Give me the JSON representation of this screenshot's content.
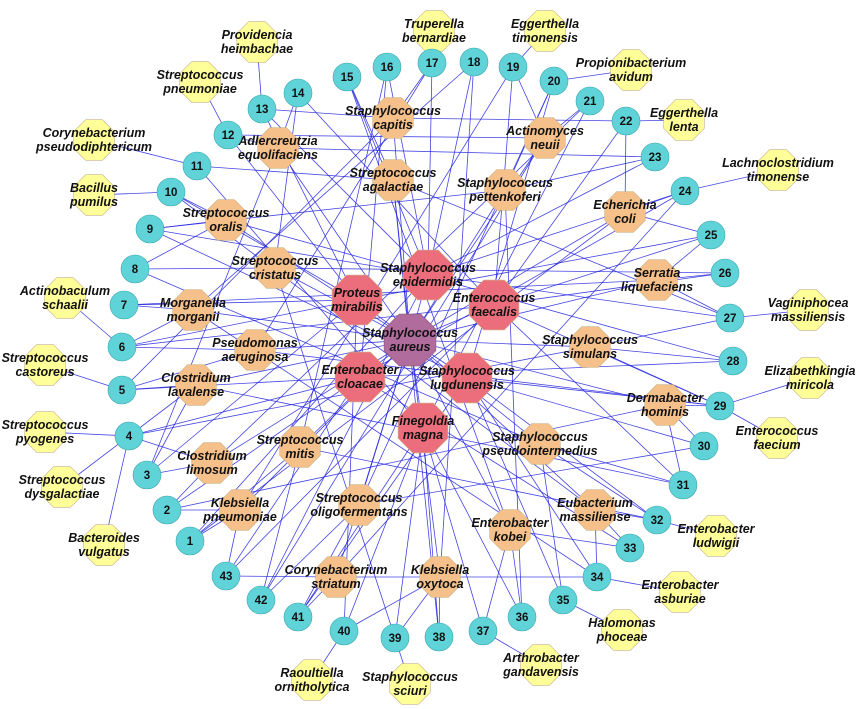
{
  "colors": {
    "edge": "#2424e0",
    "numbered_node": "#5fd3d8",
    "yellow_node": "#ffff99",
    "orange_node": "#f5c08a",
    "red_node": "#ec6e7c",
    "purple_node": "#b06c9c"
  },
  "hub": {
    "id": "saur",
    "lines": [
      "Staphylococcus",
      "aureus"
    ]
  },
  "red_nodes": [
    {
      "id": "sepi",
      "lines": [
        "Staphylococcus",
        "epidermidis"
      ]
    },
    {
      "id": "pmir",
      "lines": [
        "Proteus",
        "mirabilis"
      ]
    },
    {
      "id": "efae",
      "lines": [
        "Enterococcus",
        "faecalis"
      ]
    },
    {
      "id": "eclo",
      "lines": [
        "Enterobacter",
        "cloacae"
      ]
    },
    {
      "id": "slug",
      "lines": [
        "Staphylococcus",
        "lugdunensis"
      ]
    },
    {
      "id": "fmag",
      "lines": [
        "Finegoldia",
        "magna"
      ]
    }
  ],
  "orange_nodes": [
    {
      "id": "scap",
      "lines": [
        "Staphylococcus",
        "capitis"
      ]
    },
    {
      "id": "aequ",
      "lines": [
        "Adlercreutzia",
        "equolifaciens"
      ]
    },
    {
      "id": "aneu",
      "lines": [
        "Actinomyces",
        "neuii"
      ]
    },
    {
      "id": "saga",
      "lines": [
        "Streptococcus",
        "agalactiae"
      ]
    },
    {
      "id": "spet",
      "lines": [
        "Staphylococcus",
        "pettenkoferi"
      ]
    },
    {
      "id": "sora",
      "lines": [
        "Streptococcus",
        "oralis"
      ]
    },
    {
      "id": "ecol",
      "lines": [
        "Echerichia",
        "coli"
      ]
    },
    {
      "id": "scri",
      "lines": [
        "Streptococcus",
        "cristatus"
      ]
    },
    {
      "id": "sliq",
      "lines": [
        "Serratia",
        "liquefaciens"
      ]
    },
    {
      "id": "mmor",
      "lines": [
        "Morganella",
        "morganii"
      ]
    },
    {
      "id": "paer",
      "lines": [
        "Pseudomonas",
        "aeruginosa"
      ]
    },
    {
      "id": "ssim",
      "lines": [
        "Staphylococcus",
        "simulans"
      ]
    },
    {
      "id": "clav",
      "lines": [
        "Clostridium",
        "lavalense"
      ]
    },
    {
      "id": "dhom",
      "lines": [
        "Dermabacter",
        "hominis"
      ]
    },
    {
      "id": "clim",
      "lines": [
        "Clostridium",
        "limosum"
      ]
    },
    {
      "id": "smit",
      "lines": [
        "Streptococcus",
        "mitis"
      ]
    },
    {
      "id": "spse",
      "lines": [
        "Staphylococcus",
        "pseudointermedius"
      ]
    },
    {
      "id": "kpne",
      "lines": [
        "Klebsiella",
        "pneumoniae"
      ]
    },
    {
      "id": "soli",
      "lines": [
        "Streptococcus",
        "oligofermentans"
      ]
    },
    {
      "id": "emas",
      "lines": [
        "Eubacterium",
        "massiliense"
      ]
    },
    {
      "id": "ekob",
      "lines": [
        "Enterobacter",
        "kobei"
      ]
    },
    {
      "id": "cstr",
      "lines": [
        "Corynebacterium",
        "striatum"
      ]
    },
    {
      "id": "koxy",
      "lines": [
        "Klebsiella",
        "oxytoca"
      ]
    }
  ],
  "yellow_nodes": [
    {
      "id": "ytru",
      "lines": [
        "Truperella",
        "bernardiae"
      ]
    },
    {
      "id": "yegt",
      "lines": [
        "Eggerthella",
        "timonensis"
      ]
    },
    {
      "id": "yprv",
      "lines": [
        "Providencia",
        "heimbachae"
      ]
    },
    {
      "id": "ypro",
      "lines": [
        "Propionibacterium",
        "avidum"
      ]
    },
    {
      "id": "yspn",
      "lines": [
        "Streptococcus",
        "pneumoniae"
      ]
    },
    {
      "id": "yegl",
      "lines": [
        "Eggerthella",
        "lenta"
      ]
    },
    {
      "id": "ycor",
      "lines": [
        "Corynebacterium",
        "pseudodiphtericum"
      ]
    },
    {
      "id": "ylac",
      "lines": [
        "Lachnoclostridium",
        "timonense"
      ]
    },
    {
      "id": "ybac",
      "lines": [
        "Bacillus",
        "pumilus"
      ]
    },
    {
      "id": "yact",
      "lines": [
        "Actinobaculum",
        "schaalii"
      ]
    },
    {
      "id": "yvag",
      "lines": [
        "Vaginiphocea",
        "massiliensis"
      ]
    },
    {
      "id": "ysca",
      "lines": [
        "Streptococcus",
        "castoreus"
      ]
    },
    {
      "id": "yeli",
      "lines": [
        "Elizabethkingia",
        "miricola"
      ]
    },
    {
      "id": "yspy",
      "lines": [
        "Streptococcus",
        "pyogenes"
      ]
    },
    {
      "id": "yefa",
      "lines": [
        "Enterococcus",
        "faecium"
      ]
    },
    {
      "id": "ysdy",
      "lines": [
        "Streptococcus",
        "dysgalactiae"
      ]
    },
    {
      "id": "ybvu",
      "lines": [
        "Bacteroides",
        "vulgatus"
      ]
    },
    {
      "id": "yelu",
      "lines": [
        "Enterobacter",
        "ludwigii"
      ]
    },
    {
      "id": "yeas",
      "lines": [
        "Enterobacter",
        "asburiae"
      ]
    },
    {
      "id": "yhal",
      "lines": [
        "Halomonas",
        "phoceae"
      ]
    },
    {
      "id": "yrao",
      "lines": [
        "Raoultiella",
        "ornitholytica"
      ]
    },
    {
      "id": "yssc",
      "lines": [
        "Staphylococcus",
        "sciuri"
      ]
    },
    {
      "id": "yart",
      "lines": [
        "Arthrobacter",
        "gandavensis"
      ]
    }
  ],
  "numbered_nodes": [
    "1",
    "2",
    "3",
    "4",
    "5",
    "6",
    "7",
    "8",
    "9",
    "10",
    "11",
    "12",
    "13",
    "14",
    "15",
    "16",
    "17",
    "18",
    "19",
    "20",
    "21",
    "22",
    "23",
    "24",
    "25",
    "26",
    "27",
    "28",
    "29",
    "30",
    "31",
    "32",
    "33",
    "34",
    "35",
    "36",
    "37",
    "38",
    "39",
    "40",
    "41",
    "42",
    "43"
  ],
  "edges": [
    [
      "saur",
      "sepi"
    ],
    [
      "saur",
      "pmir"
    ],
    [
      "saur",
      "efae"
    ],
    [
      "saur",
      "eclo"
    ],
    [
      "saur",
      "slug"
    ],
    [
      "saur",
      "fmag"
    ],
    [
      "saur",
      "scap"
    ],
    [
      "saur",
      "aequ"
    ],
    [
      "saur",
      "aneu"
    ],
    [
      "saur",
      "saga"
    ],
    [
      "saur",
      "spet"
    ],
    [
      "saur",
      "sora"
    ],
    [
      "saur",
      "ecol"
    ],
    [
      "saur",
      "scri"
    ],
    [
      "saur",
      "sliq"
    ],
    [
      "saur",
      "mmor"
    ],
    [
      "saur",
      "paer"
    ],
    [
      "saur",
      "ssim"
    ],
    [
      "saur",
      "clav"
    ],
    [
      "saur",
      "dhom"
    ],
    [
      "saur",
      "clim"
    ],
    [
      "saur",
      "smit"
    ],
    [
      "saur",
      "spse"
    ],
    [
      "saur",
      "kpne"
    ],
    [
      "saur",
      "soli"
    ],
    [
      "saur",
      "emas"
    ],
    [
      "saur",
      "ekob"
    ],
    [
      "saur",
      "cstr"
    ],
    [
      "saur",
      "koxy"
    ],
    [
      "sepi",
      "13"
    ],
    [
      "sepi",
      "15"
    ],
    [
      "sepi",
      "16"
    ],
    [
      "sepi",
      "17"
    ],
    [
      "sepi",
      "18"
    ],
    [
      "sepi",
      "23"
    ],
    [
      "sepi",
      "24"
    ],
    [
      "sepi",
      "9"
    ],
    [
      "sepi",
      "27"
    ],
    [
      "sepi",
      "42"
    ],
    [
      "sepi",
      "1"
    ],
    [
      "pmir",
      "12"
    ],
    [
      "pmir",
      "10"
    ],
    [
      "pmir",
      "7"
    ],
    [
      "pmir",
      "6"
    ],
    [
      "pmir",
      "3"
    ],
    [
      "pmir",
      "13"
    ],
    [
      "pmir",
      "25"
    ],
    [
      "pmir",
      "40"
    ],
    [
      "efae",
      "19"
    ],
    [
      "efae",
      "22"
    ],
    [
      "efae",
      "25"
    ],
    [
      "efae",
      "26"
    ],
    [
      "efae",
      "29"
    ],
    [
      "efae",
      "31"
    ],
    [
      "efae",
      "6"
    ],
    [
      "efae",
      "14"
    ],
    [
      "efae",
      "43"
    ],
    [
      "eclo",
      "5"
    ],
    [
      "eclo",
      "4"
    ],
    [
      "eclo",
      "2"
    ],
    [
      "eclo",
      "28"
    ],
    [
      "eclo",
      "24"
    ],
    [
      "eclo",
      "16"
    ],
    [
      "eclo",
      "33"
    ],
    [
      "eclo",
      "43"
    ],
    [
      "slug",
      "29"
    ],
    [
      "slug",
      "30"
    ],
    [
      "slug",
      "32"
    ],
    [
      "slug",
      "34"
    ],
    [
      "slug",
      "35"
    ],
    [
      "slug",
      "20"
    ],
    [
      "slug",
      "9"
    ],
    [
      "slug",
      "41"
    ],
    [
      "fmag",
      "39"
    ],
    [
      "fmag",
      "38"
    ],
    [
      "fmag",
      "37"
    ],
    [
      "fmag",
      "36"
    ],
    [
      "fmag",
      "41"
    ],
    [
      "fmag",
      "40"
    ],
    [
      "fmag",
      "11"
    ],
    [
      "fmag",
      "21"
    ],
    [
      "scap",
      "13"
    ],
    [
      "scap",
      "17"
    ],
    [
      "scap",
      "22"
    ],
    [
      "scap",
      "5"
    ],
    [
      "aequ",
      "12"
    ],
    [
      "aequ",
      "14"
    ],
    [
      "aequ",
      "23"
    ],
    [
      "aequ",
      "3"
    ],
    [
      "aneu",
      "19"
    ],
    [
      "aneu",
      "21"
    ],
    [
      "aneu",
      "12"
    ],
    [
      "aneu",
      "42"
    ],
    [
      "saga",
      "15"
    ],
    [
      "saga",
      "11"
    ],
    [
      "saga",
      "27"
    ],
    [
      "saga",
      "38"
    ],
    [
      "spet",
      "20"
    ],
    [
      "spet",
      "23"
    ],
    [
      "spet",
      "9"
    ],
    [
      "spet",
      "36"
    ],
    [
      "sora",
      "10"
    ],
    [
      "sora",
      "9"
    ],
    [
      "sora",
      "8"
    ],
    [
      "sora",
      "28"
    ],
    [
      "ecol",
      "22"
    ],
    [
      "ecol",
      "24"
    ],
    [
      "ecol",
      "25"
    ],
    [
      "ecol",
      "1"
    ],
    [
      "scri",
      "8"
    ],
    [
      "scri",
      "14"
    ],
    [
      "scri",
      "26"
    ],
    [
      "scri",
      "39"
    ],
    [
      "sliq",
      "25"
    ],
    [
      "sliq",
      "26"
    ],
    [
      "sliq",
      "27"
    ],
    [
      "sliq",
      "7"
    ],
    [
      "mmor",
      "7"
    ],
    [
      "mmor",
      "6"
    ],
    [
      "mmor",
      "18"
    ],
    [
      "mmor",
      "34"
    ],
    [
      "paer",
      "6"
    ],
    [
      "paer",
      "5"
    ],
    [
      "paer",
      "29"
    ],
    [
      "paer",
      "17"
    ],
    [
      "ssim",
      "27"
    ],
    [
      "ssim",
      "28"
    ],
    [
      "ssim",
      "29"
    ],
    [
      "ssim",
      "4"
    ],
    [
      "clav",
      "5"
    ],
    [
      "clav",
      "4"
    ],
    [
      "clav",
      "3"
    ],
    [
      "clav",
      "31"
    ],
    [
      "dhom",
      "29"
    ],
    [
      "dhom",
      "30"
    ],
    [
      "dhom",
      "31"
    ],
    [
      "dhom",
      "2"
    ],
    [
      "clim",
      "3"
    ],
    [
      "clim",
      "2"
    ],
    [
      "clim",
      "4"
    ],
    [
      "clim",
      "21"
    ],
    [
      "smit",
      "42"
    ],
    [
      "smit",
      "1"
    ],
    [
      "smit",
      "16"
    ],
    [
      "smit",
      "32"
    ],
    [
      "spse",
      "31"
    ],
    [
      "spse",
      "32"
    ],
    [
      "spse",
      "35"
    ],
    [
      "spse",
      "8"
    ],
    [
      "kpne",
      "2"
    ],
    [
      "kpne",
      "1"
    ],
    [
      "kpne",
      "43"
    ],
    [
      "kpne",
      "19"
    ],
    [
      "soli",
      "41"
    ],
    [
      "soli",
      "42"
    ],
    [
      "soli",
      "20"
    ],
    [
      "soli",
      "30"
    ],
    [
      "emas",
      "32"
    ],
    [
      "emas",
      "33"
    ],
    [
      "emas",
      "34"
    ],
    [
      "emas",
      "10"
    ],
    [
      "ekob",
      "36"
    ],
    [
      "ekob",
      "37"
    ],
    [
      "ekob",
      "33"
    ],
    [
      "ekob",
      "15"
    ],
    [
      "cstr",
      "43"
    ],
    [
      "cstr",
      "41"
    ],
    [
      "cstr",
      "34"
    ],
    [
      "cstr",
      "24"
    ],
    [
      "koxy",
      "40"
    ],
    [
      "koxy",
      "39"
    ],
    [
      "koxy",
      "38"
    ],
    [
      "koxy",
      "18"
    ],
    [
      "ytru",
      "17"
    ],
    [
      "yegt",
      "19"
    ],
    [
      "yprv",
      "13"
    ],
    [
      "ypro",
      "20"
    ],
    [
      "yspn",
      "12"
    ],
    [
      "yegl",
      "22"
    ],
    [
      "ycor",
      "11"
    ],
    [
      "ylac",
      "24"
    ],
    [
      "ybac",
      "10"
    ],
    [
      "yact",
      "6"
    ],
    [
      "yvag",
      "27"
    ],
    [
      "ysca",
      "5"
    ],
    [
      "yeli",
      "29"
    ],
    [
      "yspy",
      "4"
    ],
    [
      "yefa",
      "29"
    ],
    [
      "ysdy",
      "4"
    ],
    [
      "ybvu",
      "4"
    ],
    [
      "yelu",
      "32"
    ],
    [
      "yeas",
      "34"
    ],
    [
      "yhal",
      "35"
    ],
    [
      "yrao",
      "40"
    ],
    [
      "yssc",
      "39"
    ],
    [
      "yart",
      "37"
    ]
  ]
}
